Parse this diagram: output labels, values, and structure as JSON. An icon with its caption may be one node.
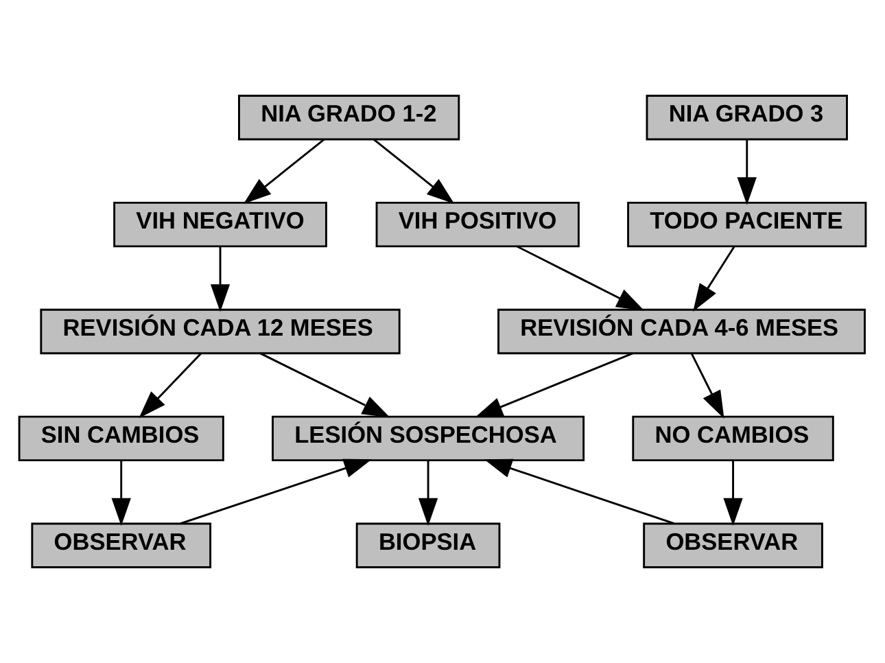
{
  "diagram": {
    "nodes": [
      {
        "text": [
          "NIA GRADO 1-2"
        ]
      },
      {
        "text": [
          "NIA GRADO 3"
        ]
      },
      {
        "text": [
          "VIH NEGATIVO"
        ]
      },
      {
        "text": [
          "VIH POSITIVO"
        ]
      },
      {
        "text": [
          "TODO PACIENTE"
        ]
      },
      {
        "text": [
          "REVISIÓN CADA 12 MESES"
        ]
      },
      {
        "text": [
          "REVISIÓN CADA 4-6 MESES"
        ]
      },
      {
        "text": [
          "SIN CAMBIOS"
        ]
      },
      {
        "text": [
          "LESIÓN SOSPECHOSA"
        ]
      },
      {
        "text": [
          "NO CAMBIOS"
        ]
      },
      {
        "text": [
          "OBSERVAR"
        ]
      },
      {
        "text": [
          "BIOPSIA"
        ]
      },
      {
        "text": [
          "OBSERVAR"
        ]
      }
    ],
    "edges": [
      {
        "from": 0,
        "to": 2,
        "arrow": "to"
      },
      {
        "from": 0,
        "to": 3,
        "arrow": "to"
      },
      {
        "from": 1,
        "to": 4,
        "arrow": "to"
      },
      {
        "from": 2,
        "to": 5,
        "arrow": "to"
      },
      {
        "from": 3,
        "to": 6,
        "arrow": "to"
      },
      {
        "from": 4,
        "to": 6,
        "arrow": "to"
      },
      {
        "from": 5,
        "to": 7,
        "arrow": "to"
      },
      {
        "from": 5,
        "to": 8,
        "arrow": "to"
      },
      {
        "from": 6,
        "to": 8,
        "arrow": "to"
      },
      {
        "from": 6,
        "to": 9,
        "arrow": "to"
      },
      {
        "from": 7,
        "to": 10,
        "arrow": "to"
      },
      {
        "from": 10,
        "to": 8,
        "arrow": "to"
      },
      {
        "from": 8,
        "to": 11,
        "arrow": "to"
      },
      {
        "from": 9,
        "to": 12,
        "arrow": "to"
      },
      {
        "from": 12,
        "to": 8,
        "arrow": "to"
      }
    ]
  }
}
